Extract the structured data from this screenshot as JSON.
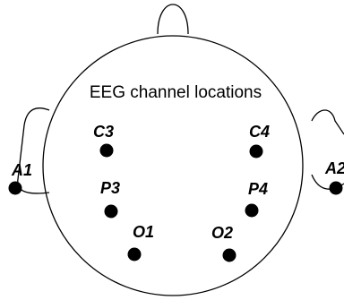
{
  "title": "EEG channel locations",
  "channels": {
    "c3": {
      "label": "C3"
    },
    "c4": {
      "label": "C4"
    },
    "p3": {
      "label": "P3"
    },
    "p4": {
      "label": "P4"
    },
    "o1": {
      "label": "O1"
    },
    "o2": {
      "label": "O2"
    },
    "a1": {
      "label": "A1"
    },
    "a2": {
      "label": "A2"
    }
  },
  "colors": {
    "outline": "#000000",
    "electrode": "#000000",
    "background": "#ffffff"
  }
}
